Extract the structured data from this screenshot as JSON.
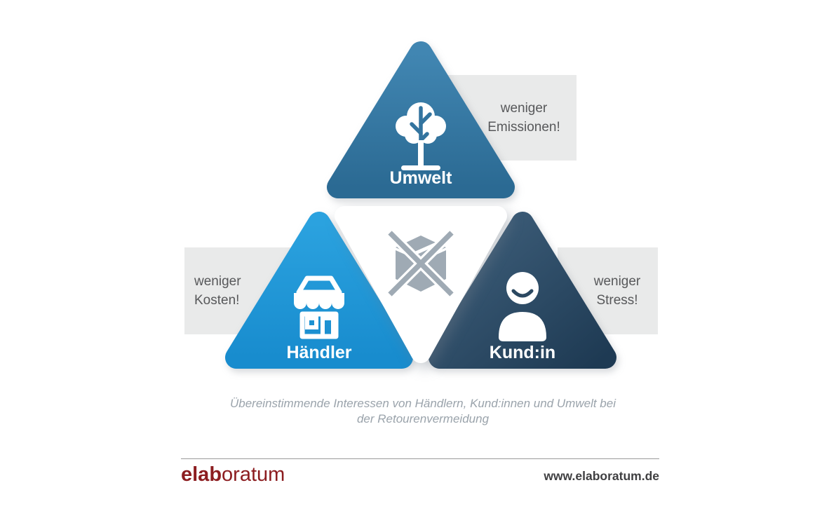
{
  "diagram": {
    "triangles": [
      {
        "label": "Umwelt",
        "icon": "tree-icon",
        "color_top": "#4186b2",
        "color_bottom": "#2b6a93",
        "icon_cut_color": "#33749f"
      },
      {
        "label": "Händler",
        "icon": "store-icon",
        "color_top": "#2ba2df",
        "color_bottom": "#188cce"
      },
      {
        "label": "Kund:in",
        "icon": "person-icon",
        "color_top": "#40617d",
        "color_bottom": "#1e3a53",
        "icon_cut_color": "#2b4861"
      }
    ],
    "center_badge": {
      "icon": "no-returns-package-icon",
      "color": "#9faab4"
    },
    "callouts": [
      {
        "position": "top-right",
        "line1": "weniger",
        "line2": "Emissionen!"
      },
      {
        "position": "left",
        "line1": "weniger",
        "line2": "Kosten!"
      },
      {
        "position": "right",
        "line1": "weniger",
        "line2": "Stress!"
      }
    ],
    "callout_background": "#e9eaea",
    "callout_text_color": "#57585a"
  },
  "caption": {
    "line1": "Übereinstimmende Interessen von Händlern, Kund:innen und Umwelt bei",
    "line2": "der Retourenvermeidung"
  },
  "footer": {
    "logo_bold": "elab",
    "logo_rest": "oratum",
    "logo_color": "#8c1d20",
    "website": "www.elaboratum.de"
  }
}
